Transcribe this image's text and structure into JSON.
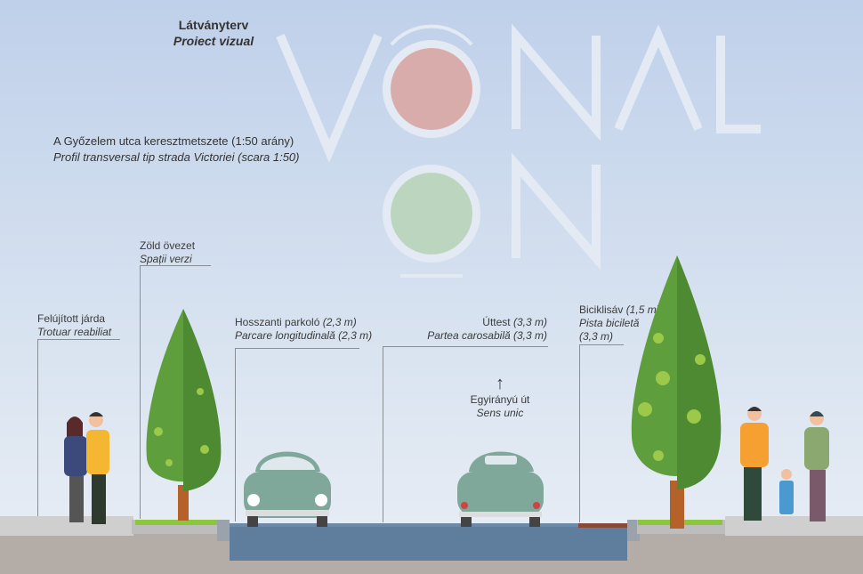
{
  "header": {
    "title": "Látványterv",
    "subtitle": "Proiect vizual"
  },
  "section": {
    "title": "A Győzelem utca keresztmetszete (1:50 arány)",
    "subtitle": "Profil transversal tip strada Victoriei (scara 1:50)"
  },
  "logo": {
    "line1": "V  NAL",
    "line2": "  N"
  },
  "labels": {
    "green": {
      "hu": "Zöld övezet",
      "ro": "Spații verzi"
    },
    "sidewalk": {
      "hu": "Felújított járda",
      "ro": "Trotuar reabiliat"
    },
    "parking": {
      "hu": "Hosszanti parkoló",
      "hu_dim": "(2,3 m)",
      "ro": "Parcare longitudinală (2,3 m)"
    },
    "road": {
      "hu": "Úttest",
      "hu_dim": "(3,3 m)",
      "ro": "Partea carosabilă (3,3 m)"
    },
    "bike": {
      "hu": "Biciklisáv",
      "hu_dim": "(1,5 m)",
      "ro": "Pista biciletă",
      "ro_dim": "(3,3 m)"
    },
    "oneway": {
      "arrow": "↑",
      "hu": "Egyirányú út",
      "ro": "Sens unic"
    }
  },
  "colors": {
    "road": "#5f7d9c",
    "grass": "#8cc63f",
    "tree": "#5a9a3a",
    "tree_dark": "#4a8030",
    "car": "#7fa79a",
    "sidewalk": "#c9c9c9",
    "ground": "#b3aca7"
  }
}
